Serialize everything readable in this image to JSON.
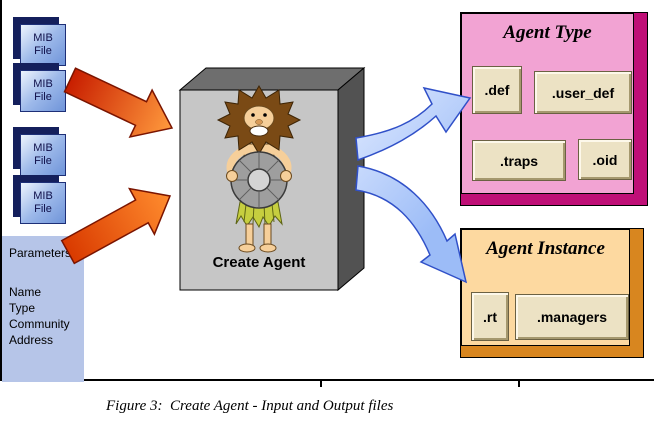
{
  "figure": {
    "caption": "Figure 3:  Create Agent - Input and Output files"
  },
  "inputs": {
    "mib_files": [
      "MIB\nFile",
      "MIB\nFile",
      "MIB\nFile",
      "MIB\nFile"
    ],
    "parameters": {
      "title": "Parameters:",
      "items": [
        "Name",
        "Type",
        "Community",
        "Address"
      ]
    }
  },
  "process": {
    "label": "Create Agent",
    "mascot": "caveman-holding-ring"
  },
  "outputs": {
    "agent_type": {
      "title": "Agent Type",
      "files": [
        ".def",
        ".user_def",
        ".traps",
        ".oid"
      ]
    },
    "agent_instance": {
      "title": "Agent Instance",
      "files": [
        ".rt",
        ".managers"
      ]
    }
  },
  "colors": {
    "mib_box": "#6f94d9",
    "parameters_box": "#b6c5e8",
    "process_box_front": "#c6c6c6",
    "agent_type_front": "#f2a3d3",
    "agent_type_side": "#bf0f77",
    "agent_instance_front": "#fdd9a0",
    "agent_instance_side": "#d8861f",
    "input_arrow": "#e04a10",
    "output_arrow": "#b3c9f7"
  }
}
